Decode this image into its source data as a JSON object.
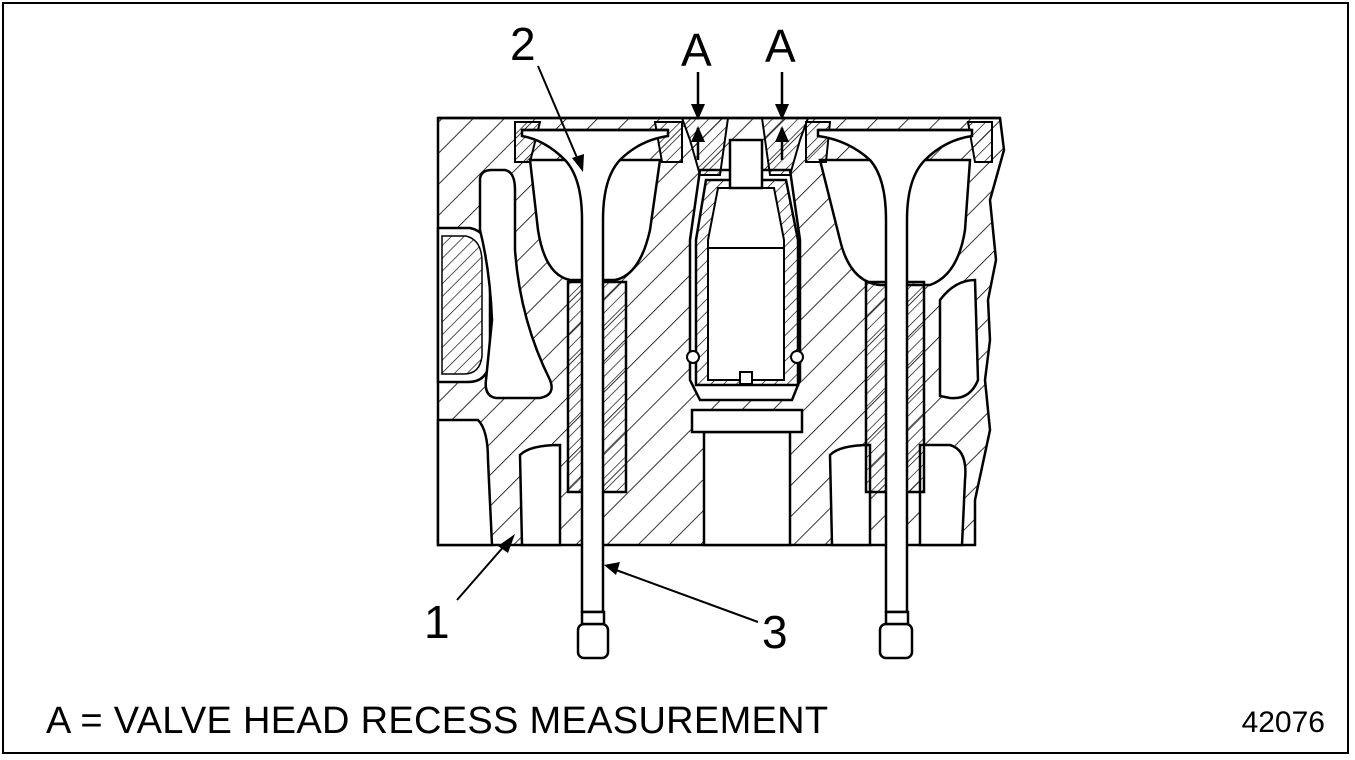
{
  "diagram": {
    "callouts": {
      "one": "1",
      "two": "2",
      "three": "3",
      "a_left": "A",
      "a_right": "A"
    },
    "caption": "A = VALVE HEAD RECESS MEASUREMENT",
    "figure_number": "42076"
  },
  "colors": {
    "line": "#000000",
    "background": "#ffffff"
  }
}
